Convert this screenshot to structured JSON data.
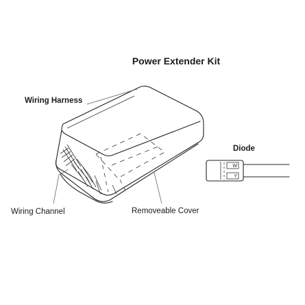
{
  "title": "Power Extender Kit",
  "labels": {
    "wiring_harness": "Wiring Harness",
    "diode": "Diode",
    "wiring_channel": "Wiring Channel",
    "removeable_cover": "Removeable Cover"
  },
  "diode_markings": {
    "top": "W",
    "bottom": "Y"
  }
}
